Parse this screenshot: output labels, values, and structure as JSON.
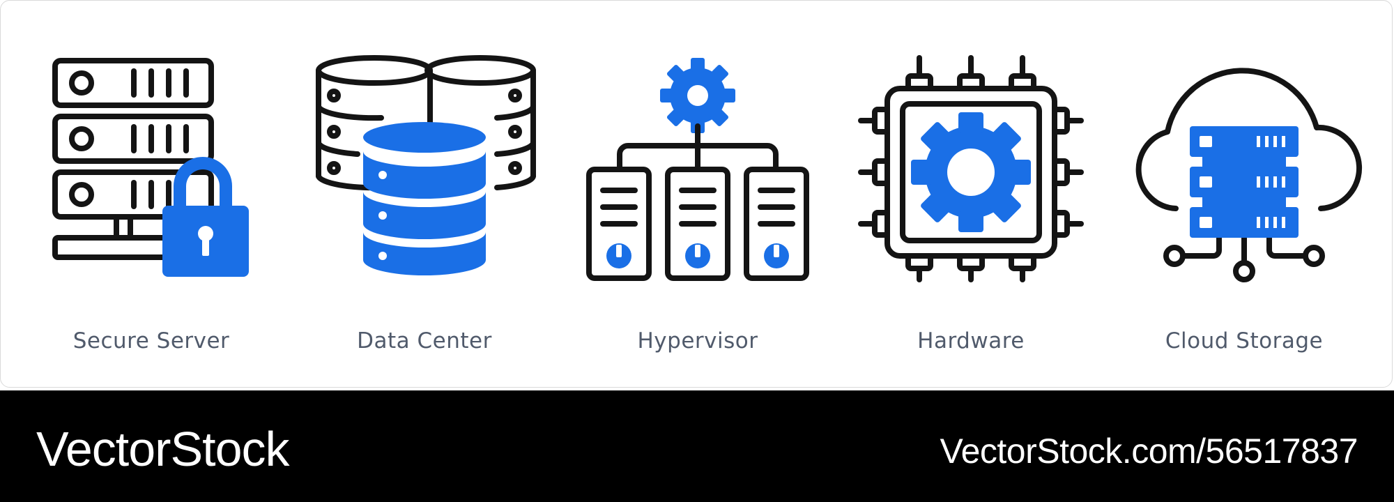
{
  "colors": {
    "accent": "#1a6fe6",
    "stroke": "#141414",
    "caption": "#505a6b",
    "footer_bg": "#000000"
  },
  "icons": [
    {
      "icon": "secure-server-icon",
      "label": "Secure Server"
    },
    {
      "icon": "data-center-icon",
      "label": "Data Center"
    },
    {
      "icon": "hypervisor-icon",
      "label": "Hypervisor"
    },
    {
      "icon": "hardware-icon",
      "label": "Hardware"
    },
    {
      "icon": "cloud-storage-icon",
      "label": "Cloud Storage"
    }
  ],
  "footer": {
    "brand": "VectorStock",
    "url": "VectorStock.com/56517837"
  }
}
